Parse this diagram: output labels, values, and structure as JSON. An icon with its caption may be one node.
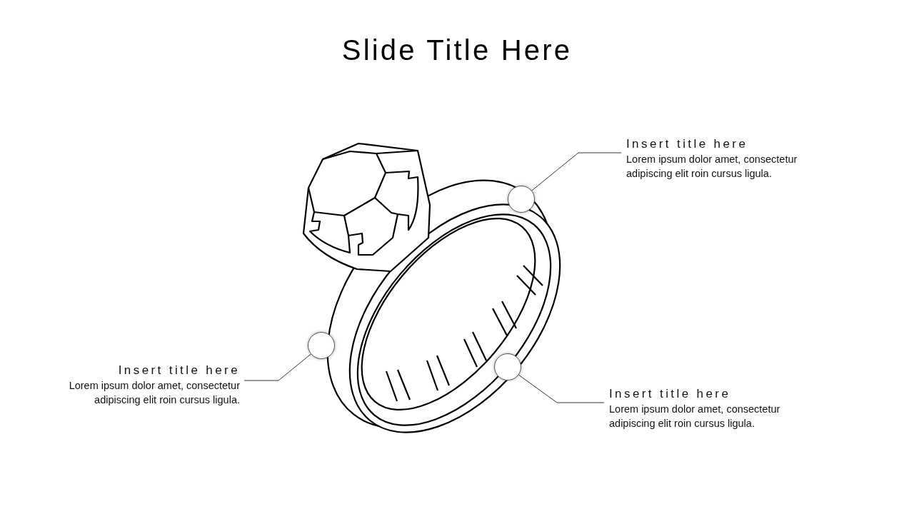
{
  "diagram": {
    "title": "Slide Title Here",
    "nodes": [
      {
        "text": [
          "Insert title here",
          "Lorem ipsum dolor amet, consectetur adipiscing elit roin cursus ligula."
        ]
      },
      {
        "text": [],
        "shape": "circle"
      },
      {
        "text": [],
        "shape": "circle"
      },
      {
        "text": [
          "Insert title here",
          "Lorem ipsum dolor amet, consectetur adipiscing elit roin cursus ligula."
        ]
      },
      {
        "text": [],
        "shape": "circle"
      },
      {
        "text": [
          "Insert title here",
          "Lorem ipsum dolor amet, consectetur adipiscing elit roin cursus ligula."
        ]
      }
    ],
    "edges": [
      {
        "from": 0,
        "to": 1,
        "arrow": "none"
      },
      {
        "from": 3,
        "to": 2,
        "arrow": "none"
      },
      {
        "from": 5,
        "to": 4,
        "arrow": "none"
      }
    ]
  }
}
